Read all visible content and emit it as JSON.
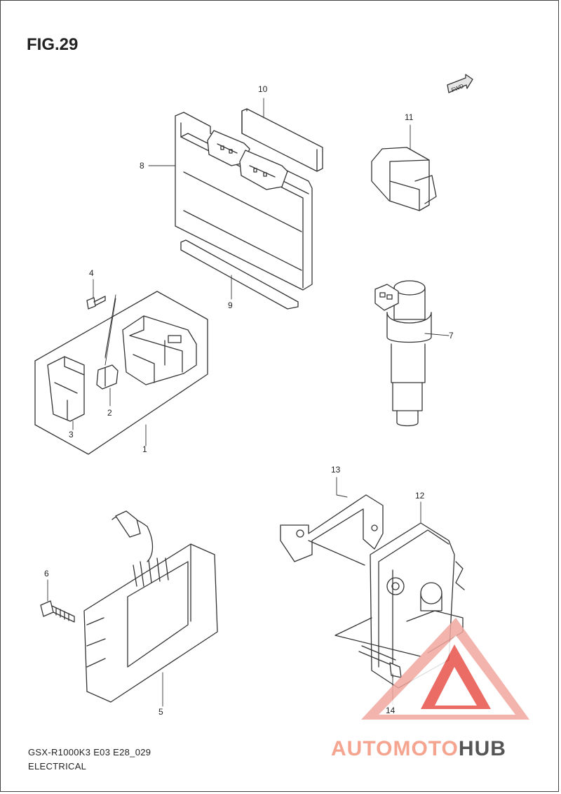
{
  "figure": {
    "title": "FIG.29",
    "fwd_label": "FWD"
  },
  "callouts": [
    {
      "id": "1",
      "label": "1"
    },
    {
      "id": "2",
      "label": "2"
    },
    {
      "id": "3",
      "label": "3"
    },
    {
      "id": "4",
      "label": "4"
    },
    {
      "id": "5",
      "label": "5"
    },
    {
      "id": "6",
      "label": "6"
    },
    {
      "id": "7",
      "label": "7"
    },
    {
      "id": "8",
      "label": "8"
    },
    {
      "id": "9",
      "label": "9"
    },
    {
      "id": "10",
      "label": "10"
    },
    {
      "id": "11",
      "label": "11"
    },
    {
      "id": "12",
      "label": "12"
    },
    {
      "id": "13",
      "label": "13"
    },
    {
      "id": "14",
      "label": "14"
    }
  ],
  "footer": {
    "model_code": "GSX-R1000K3 E03 E28_029",
    "section": "ELECTRICAL"
  },
  "watermark": {
    "text_part1": "AUTOMOTO",
    "text_part2": "HUB",
    "color_primary": "#e8534a",
    "color_secondary": "#555555"
  }
}
